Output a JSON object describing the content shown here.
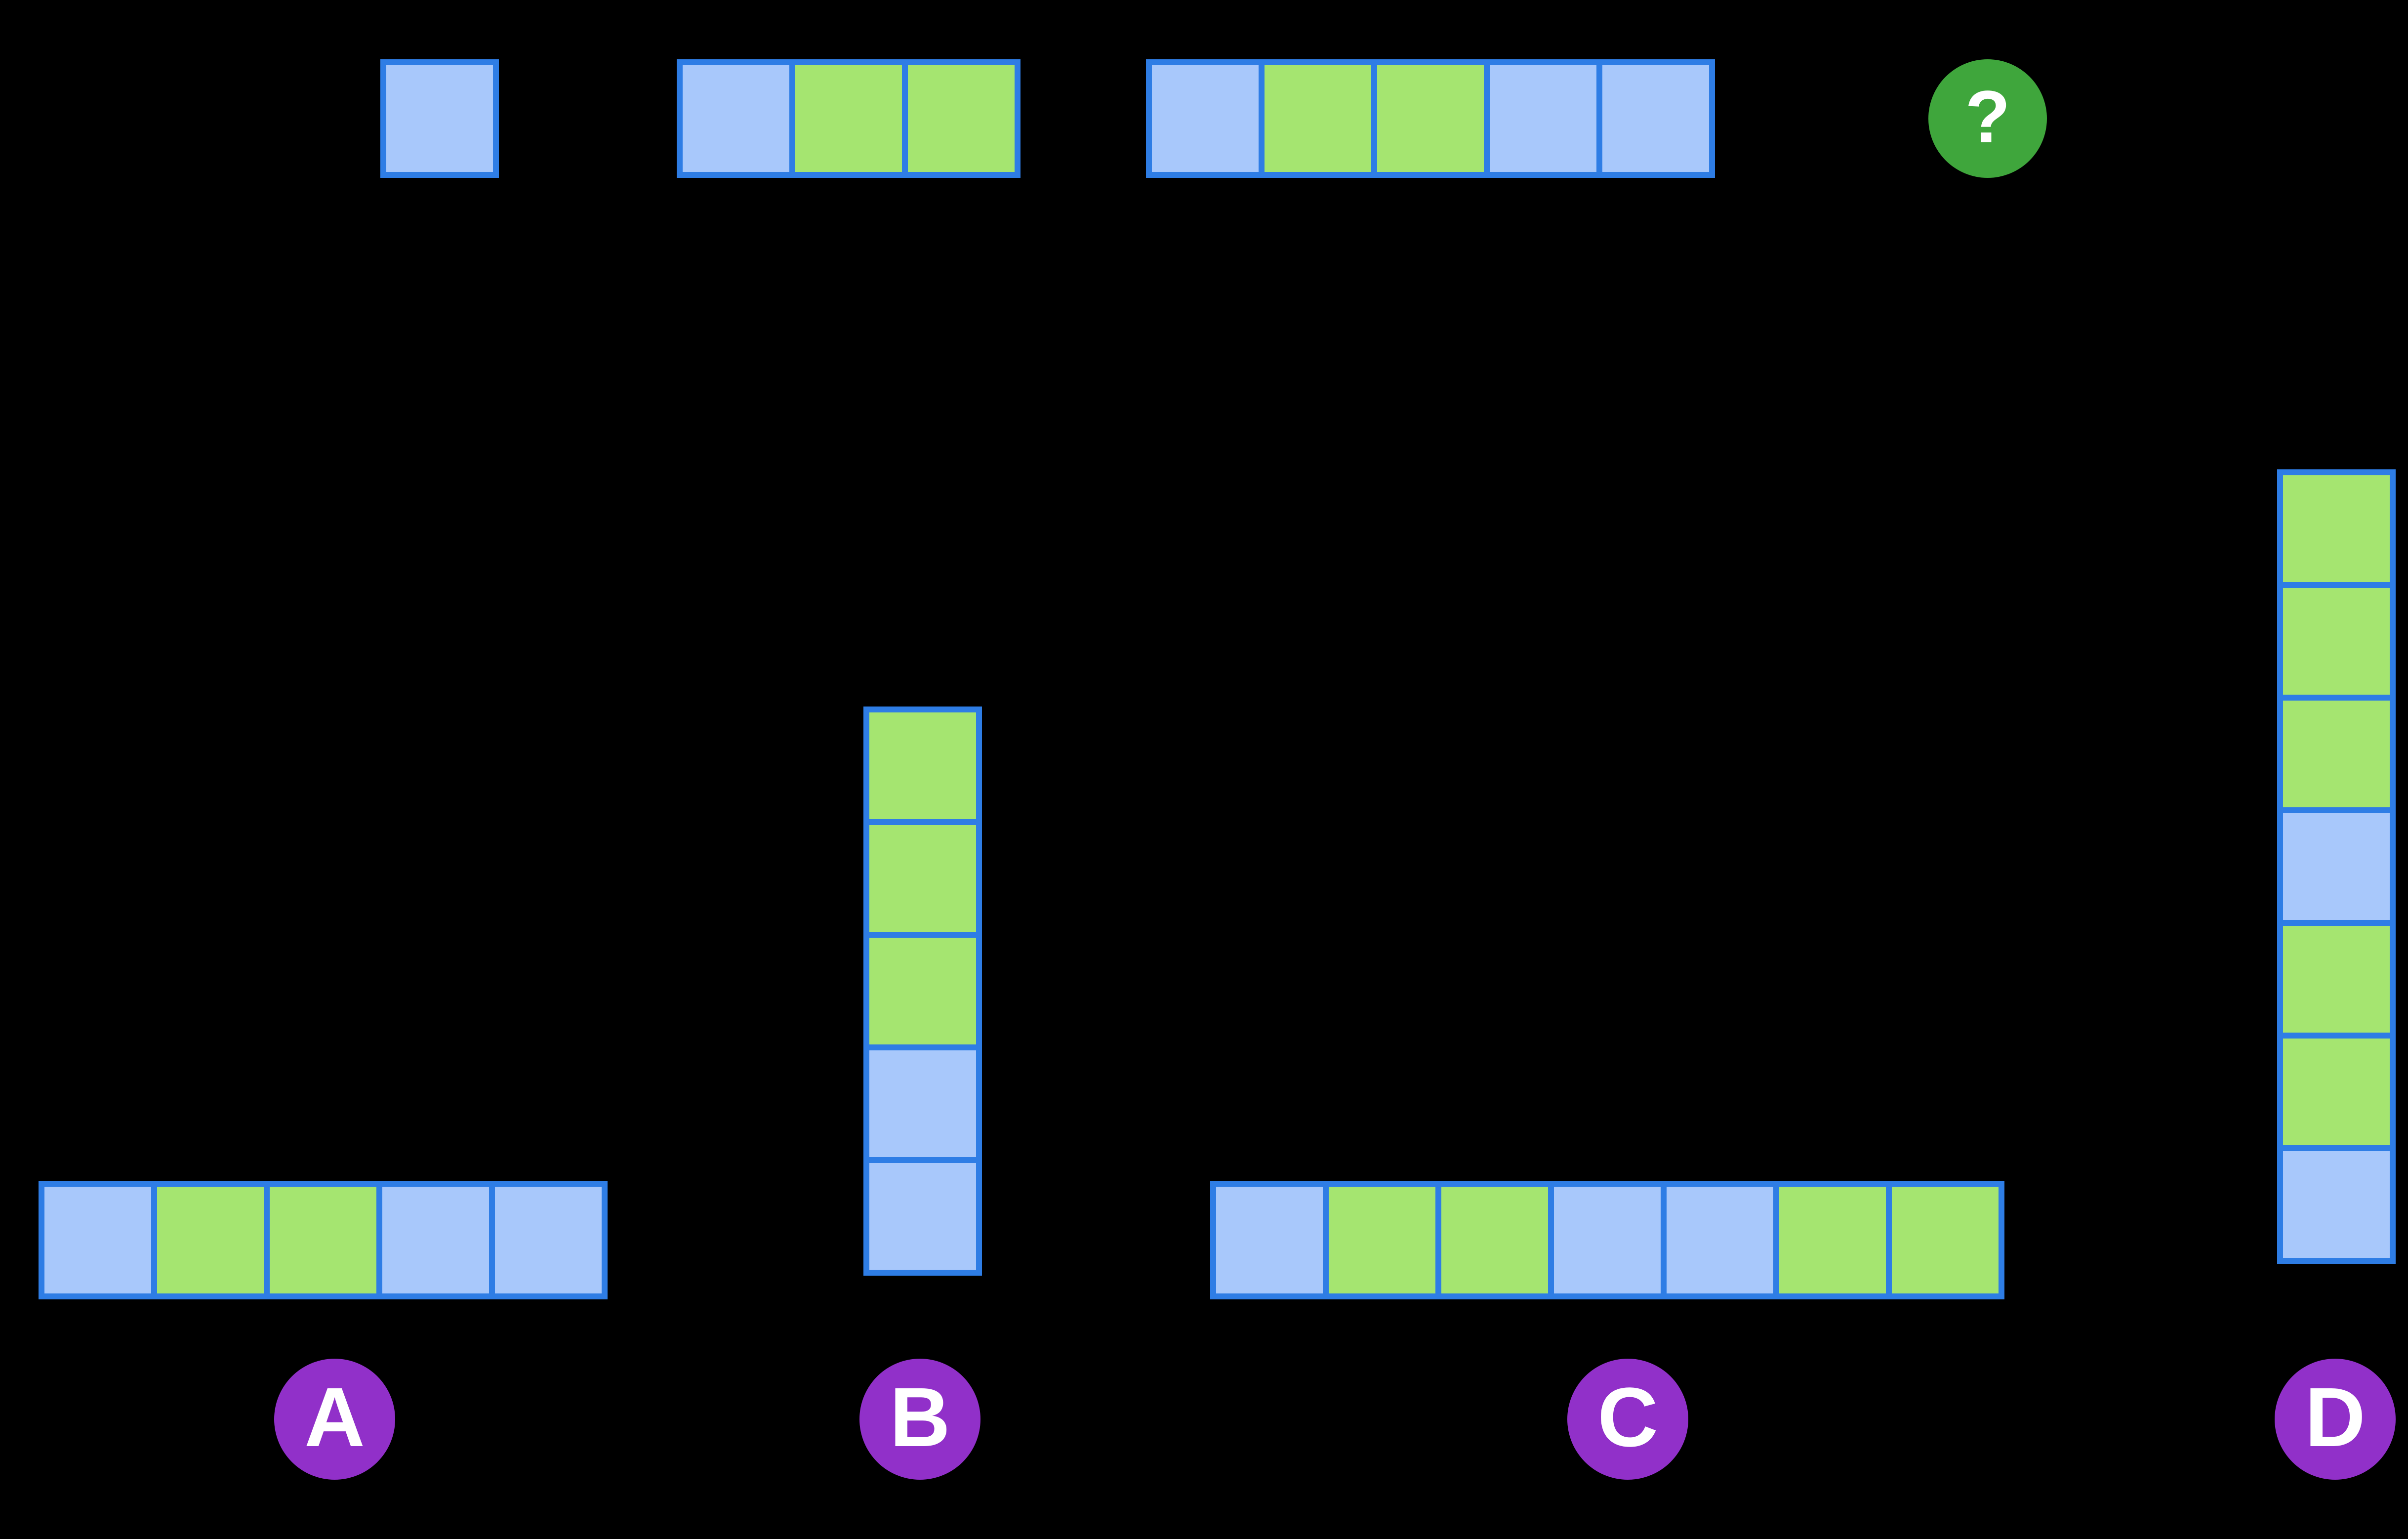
{
  "colors": {
    "background": "#000000",
    "square_blue_fill": "#A8C8FB",
    "square_green_fill": "#A5E570",
    "square_border": "#2E7DE5",
    "question_circle_fill": "#3FA63C",
    "option_circle_fill": "#9130C9",
    "circle_text": "#FFFFFF"
  },
  "sequence": {
    "term1": {
      "orientation": "horizontal",
      "cells": [
        "blue"
      ]
    },
    "term2": {
      "orientation": "horizontal",
      "cells": [
        "blue",
        "green",
        "green"
      ]
    },
    "term3": {
      "orientation": "horizontal",
      "cells": [
        "blue",
        "green",
        "green",
        "blue",
        "blue"
      ]
    },
    "unknown": {
      "symbol": "?"
    }
  },
  "options": [
    {
      "label": "A",
      "orientation": "horizontal",
      "cells": [
        "blue",
        "green",
        "green",
        "blue",
        "blue"
      ]
    },
    {
      "label": "B",
      "orientation": "vertical",
      "cells": [
        "green",
        "green",
        "green",
        "blue",
        "blue"
      ]
    },
    {
      "label": "C",
      "orientation": "horizontal",
      "cells": [
        "blue",
        "green",
        "green",
        "blue",
        "blue",
        "green",
        "green"
      ]
    },
    {
      "label": "D",
      "orientation": "vertical",
      "cells": [
        "green",
        "green",
        "green",
        "blue",
        "green",
        "green",
        "blue"
      ]
    }
  ]
}
